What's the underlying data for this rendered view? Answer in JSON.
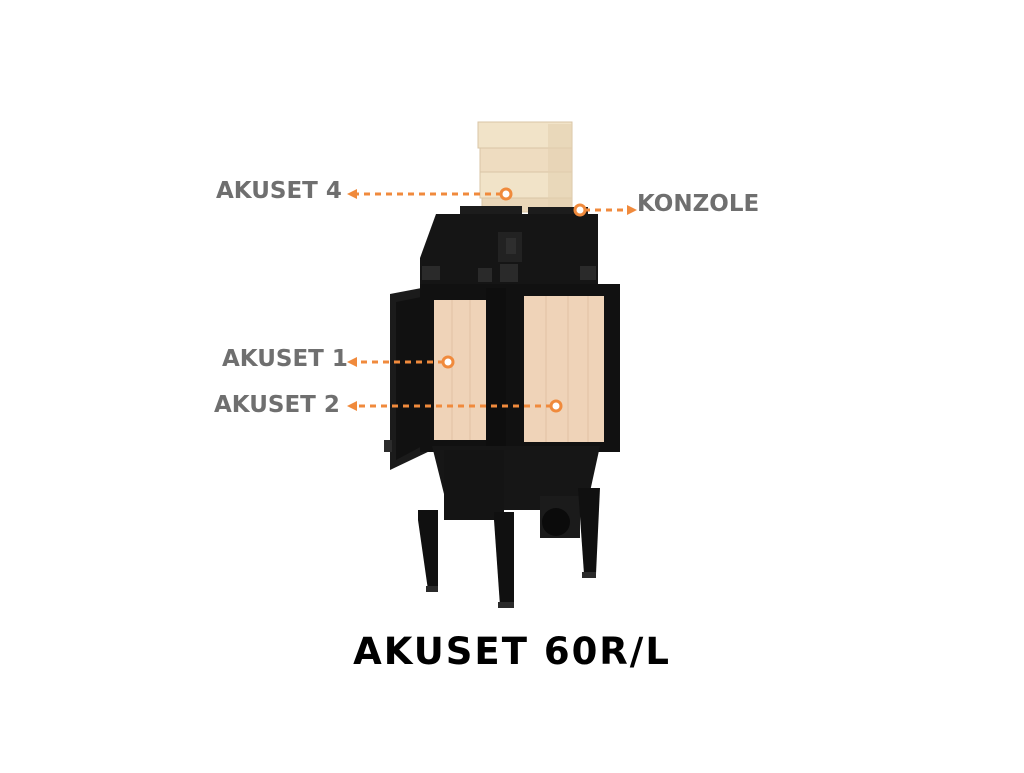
{
  "labels": {
    "akuset4": "AKUSET 4",
    "konzole": "KONZOLE",
    "akuset1": "AKUSET 1",
    "akuset2": "AKUSET 2"
  },
  "title": "AKUSET 60R/L",
  "colors": {
    "accent": "#f08a3c",
    "label": "#6f6f6f",
    "stove": "#111111",
    "stove_shade": "#1c1c1c",
    "panel": "#efd3b8",
    "panel_shade": "#e2c2a3",
    "stone": "#f1e3c8"
  },
  "icons": [
    "callout-arrow",
    "callout-dot"
  ]
}
